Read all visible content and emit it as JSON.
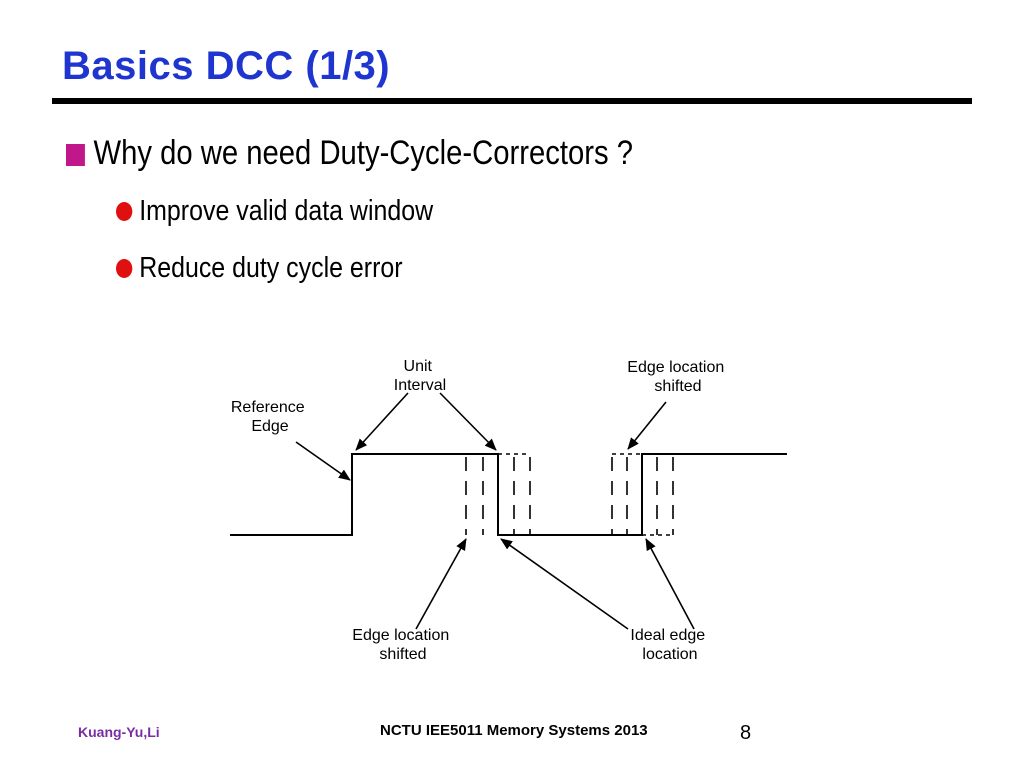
{
  "title": "Basics DCC (1/3)",
  "bullets": {
    "main": "Why do we need Duty-Cycle-Correctors ?",
    "sub": [
      "Improve valid data window",
      "Reduce duty cycle error"
    ]
  },
  "diagram": {
    "label_unit_interval": [
      "Unit",
      "Interval"
    ],
    "label_reference_edge": [
      "Reference",
      "Edge"
    ],
    "label_edge_shifted_top": [
      "Edge location",
      "shifted"
    ],
    "label_edge_shifted_bottom": [
      "Edge location",
      "shifted"
    ],
    "label_ideal_edge": [
      "Ideal edge",
      "location"
    ]
  },
  "footer": {
    "author": "Kuang-Yu,Li",
    "course": "NCTU IEE5011 Memory Systems 2013",
    "page": "8"
  },
  "colors": {
    "title": "#1f35d0",
    "square_marker": "#c0188a",
    "dot_marker": "#e01010",
    "author": "#7a2da0"
  }
}
